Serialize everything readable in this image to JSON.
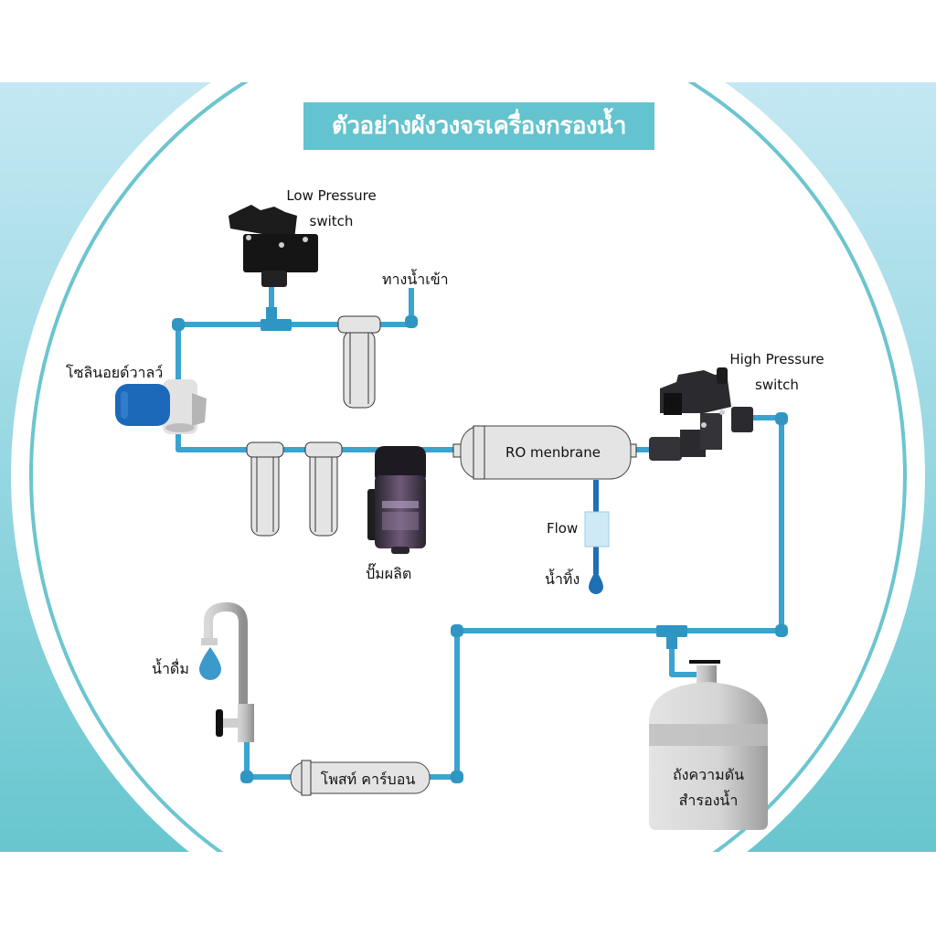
{
  "title": "ตัวอย่างผังวงจรเครื่องกรองน้ำ",
  "colors": {
    "title_bg": "#63c3cf",
    "pipe": "#3ba3cf",
    "drain_pipe": "#1f6fb5",
    "band_top": "#c4e8f3",
    "band_bottom": "#68c6cf"
  },
  "components": {
    "low_pressure_switch": {
      "line1": "Low Pressure",
      "line2": "switch"
    },
    "water_inlet": "ทางน้ำเข้า",
    "solenoid_valve": "โซลินอยด์วาลว์",
    "high_pressure_switch": {
      "line1": "High Pressure",
      "line2": "switch"
    },
    "ro_membrane": "RO menbrane",
    "pump": "ปั๊มผลิต",
    "flow": "Flow",
    "waste_water": "น้ำทิ้ง",
    "drinking_water": "น้ำดื่ม",
    "post_carbon": "โพสท์ คาร์บอน",
    "pressure_tank": {
      "line1": "ถังความดัน",
      "line2": "สำรองน้ำ"
    }
  }
}
